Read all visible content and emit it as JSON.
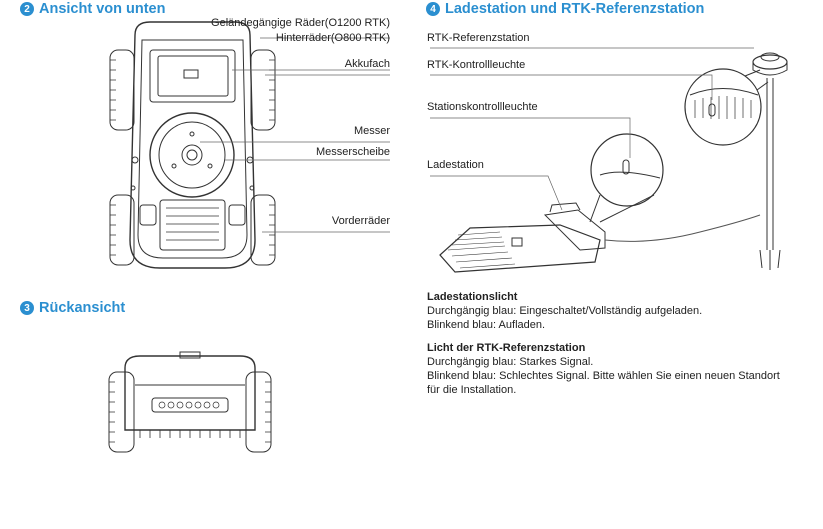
{
  "section2": {
    "num": "2",
    "title": "Ansicht von unten"
  },
  "section3": {
    "num": "3",
    "title": "Rückansicht"
  },
  "section4": {
    "num": "4",
    "title": "Ladestation und RTK-Referenzstation"
  },
  "bottom_labels": {
    "wheels_offroad": "Geländegängige Räder(O1200 RTK)",
    "wheels_rear": "Hinterräder(O800 RTK)",
    "battery": "Akkufach",
    "blade": "Messer",
    "blade_disc": "Messerscheibe",
    "front_wheels": "Vorderräder"
  },
  "station_labels": {
    "rtk_station": "RTK-Referenzstation",
    "rtk_light": "RTK-Kontrollleuchte",
    "station_light": "Stationskontrollleuchte",
    "charging_station": "Ladestation"
  },
  "info": {
    "station_light_title": "Ladestationslicht",
    "station_light_line1": "Durchgängig blau: Eingeschaltet/Vollständig aufgeladen.",
    "station_light_line2": "Blinkend blau: Aufladen.",
    "rtk_light_title": "Licht der RTK-Referenzstation",
    "rtk_light_line1": "Durchgängig blau: Starkes Signal.",
    "rtk_light_line2": "Blinkend blau: Schlechtes Signal. Bitte wählen Sie einen neuen Standort",
    "rtk_light_line3": "für die Installation."
  }
}
